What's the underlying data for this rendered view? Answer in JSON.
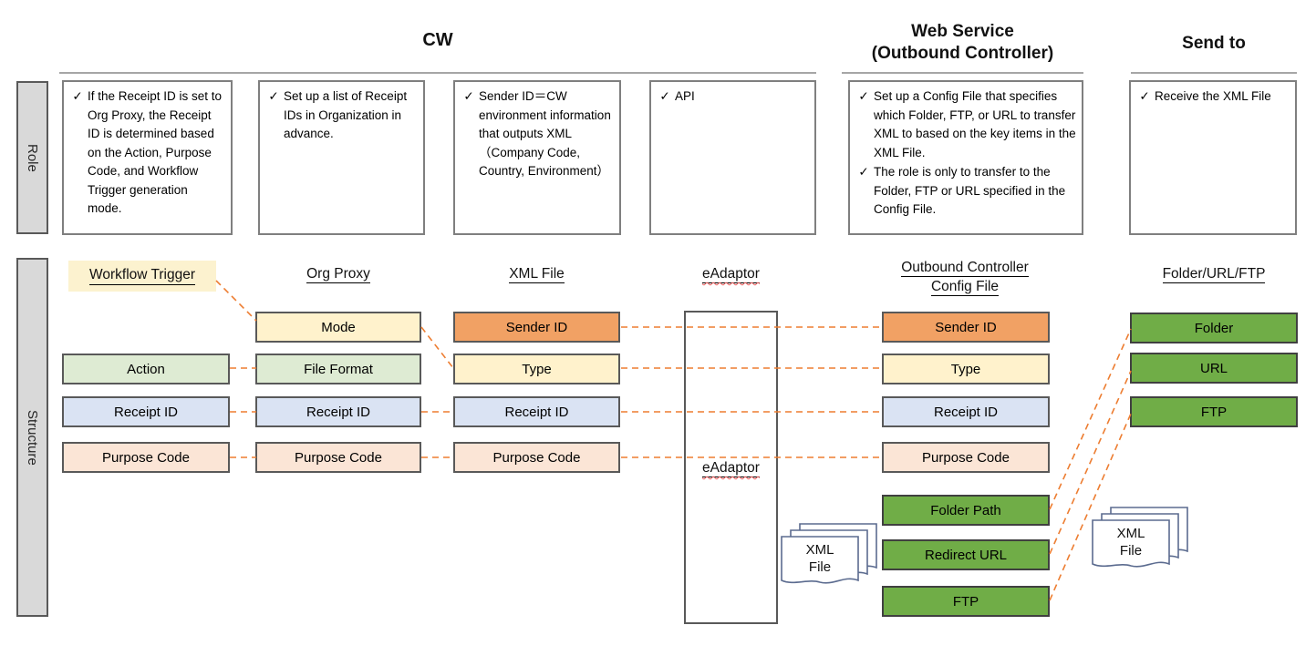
{
  "icons": {
    "check": "✓"
  },
  "colors": {
    "dash_orange": "#ED7D31",
    "box_orange": "#F1A164",
    "box_yellow": "#FFF2CC",
    "box_green_light": "#DEEBD3",
    "box_blue": "#DAE3F3",
    "box_peach": "#FBE5D6",
    "box_green_dark": "#70AD47",
    "label_gray": "#D9D9D9",
    "highlight_yellow": "#FCF2CF",
    "border_gray": "#7F7F7F",
    "border_dark": "#595959",
    "header_line_gray": "#A6A6A6",
    "doc_icon_outline": "#5B6B8F",
    "squiggle_red": "#ED5C5C"
  },
  "headers": {
    "cw": "CW",
    "web_service_line1": "Web Service",
    "web_service_line2": "(Outbound Controller)",
    "send_to": "Send to"
  },
  "side_labels": {
    "role": "Role",
    "structure": "Structure"
  },
  "role_boxes": {
    "workflow": {
      "bullets": [
        "If the Receipt ID is set to Org Proxy, the Receipt ID is determined based on the Action, Purpose Code, and Workflow Trigger generation mode."
      ]
    },
    "org_proxy": {
      "bullets": [
        "Set up a list of Receipt IDs in Organization in advance."
      ]
    },
    "xml_file": {
      "bullets": [
        "Sender ID＝CW environment information that outputs XML （Company Code, Country, Environment）"
      ]
    },
    "eadaptor": {
      "bullets": [
        "API"
      ]
    },
    "outbound_controller": {
      "bullets": [
        "Set up a Config File that specifies which Folder, FTP, or URL to transfer XML to based on the key items in the XML File.",
        "The role is only to transfer to the Folder, FTP or URL specified in the Config File."
      ]
    },
    "send_to": {
      "bullets": [
        "Receive the XML File"
      ]
    }
  },
  "structure": {
    "col_workflow_trigger": {
      "title": "Workflow Trigger",
      "action": "Action",
      "receipt_id": "Receipt ID",
      "purpose_code": "Purpose Code"
    },
    "col_org_proxy": {
      "title": "Org Proxy",
      "mode": "Mode",
      "file_format": "File Format",
      "receipt_id": "Receipt ID",
      "purpose_code": "Purpose Code"
    },
    "col_xml_file": {
      "title": "XML File",
      "sender_id": "Sender ID",
      "type": "Type",
      "receipt_id": "Receipt ID",
      "purpose_code": "Purpose Code"
    },
    "col_eadaptor": {
      "title": "eAdaptor",
      "box_label": "eAdaptor"
    },
    "col_config": {
      "title_line1": "Outbound Controller",
      "title_line2": "Config File",
      "sender_id": "Sender ID",
      "type": "Type",
      "receipt_id": "Receipt ID",
      "purpose_code": "Purpose Code",
      "folder_path": "Folder Path",
      "redirect_url": "Redirect URL",
      "ftp": "FTP"
    },
    "col_destination": {
      "title": "Folder/URL/FTP",
      "folder": "Folder",
      "url": "URL",
      "ftp": "FTP"
    },
    "xml_icon": {
      "line1": "XML",
      "line2": "File"
    }
  }
}
